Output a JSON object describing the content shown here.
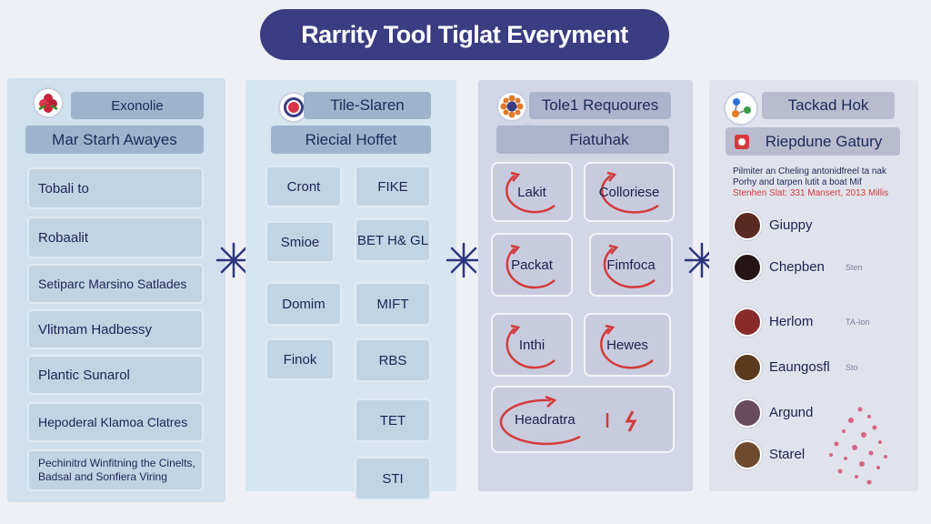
{
  "title": "Rarrity Tool Tiglat Everyment",
  "colors": {
    "title_bg": "#3a3d82",
    "accent_red": "#d33b3b",
    "panel_blue": "#cfe0ee",
    "tag_blue": "#9db4cc"
  },
  "col1": {
    "icon": "flower-icon",
    "tag_top": "Exonolie",
    "tag_main": "Mar Starh Awayes",
    "items": [
      "Tobali to",
      "Robaalit",
      "Setiparc Marsino Satlades",
      "Vlitmam Hadbessy",
      "Plantic Sunarol",
      "Hepoderal Klamoa Clatres"
    ],
    "footer": "Pechinitrd Winfitning the Cinelts, Badsal and Sonfiera Viring"
  },
  "col2": {
    "icon": "target-icon",
    "tag_top": "Tile-Slaren",
    "tag_main": "Riecial Hoffet",
    "left_items": [
      "Cront",
      "Smioe",
      "Domim",
      "Finok"
    ],
    "right_items": [
      "FIKE",
      "BET H& GL",
      "MIFT",
      "RBS",
      "TET",
      "STI"
    ]
  },
  "col3": {
    "icon_top": "sunflower-icon",
    "icon_second": "building-icon",
    "tag_top": "Tole1 Requoures",
    "tag_main": "Fiatuhak",
    "cards": [
      "Lakit",
      "Colloriese",
      "Packat",
      "Fimfoca",
      "Inthi",
      "Hewes",
      "Headratra"
    ],
    "bolt_icon": "bolt-icon"
  },
  "col4": {
    "icon": "molecule-icon",
    "badge_icon": "badge-icon",
    "tag_top": "Tackad Hok",
    "tag_main": "Riepdune Gatury",
    "desc_line1": "Pilmiter an Cheling antonidfreel ta nak",
    "desc_line2": "Porhy and tarpen lutit a boat Mif",
    "desc_line3": "Stenhen Slat: 331 Mansert, 2013 Millis",
    "legend": [
      {
        "label": "Giuppy",
        "note": "",
        "color": "#5a2a22"
      },
      {
        "label": "Chepben",
        "note": "Sten",
        "color": "#241616"
      },
      {
        "label": "Herlom",
        "note": "TA-Ion",
        "color": "#8a2b2b"
      },
      {
        "label": "Eaungosfl",
        "note": "Sto",
        "color": "#5b3a1e"
      },
      {
        "label": "Argund",
        "note": "",
        "color": "#6a4b5e"
      },
      {
        "label": "Starel",
        "note": "",
        "color": "#6e4a2e"
      }
    ]
  }
}
